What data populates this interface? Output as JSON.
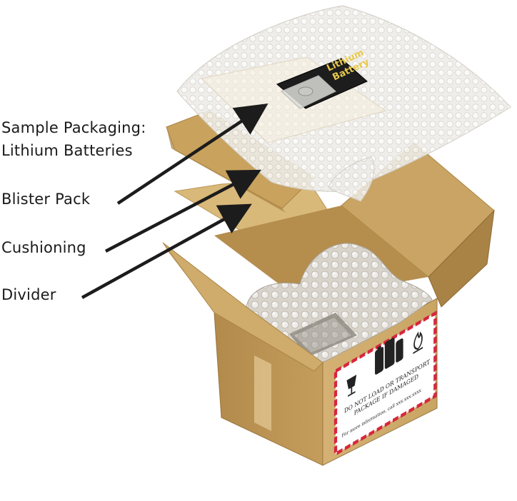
{
  "callouts": [
    {
      "id": "sample",
      "lines": [
        "Sample Packaging:",
        "Lithium Batteries"
      ]
    },
    {
      "id": "blister",
      "lines": [
        "Blister Pack"
      ]
    },
    {
      "id": "cushion",
      "lines": [
        "Cushioning"
      ]
    },
    {
      "id": "divider",
      "lines": [
        "Divider"
      ]
    }
  ],
  "battery_package": {
    "label_line1": "Lithium",
    "label_line2": "Battery"
  },
  "hazard_label": {
    "warning_line1": "DO NOT LOAD OR TRANSPORT",
    "warning_line2": "PACKAGE IF DAMAGED",
    "info_line": "For more information, call xxx.xxx.xxxx",
    "symbols": [
      "fragile-glass-icon",
      "battery-cells-icon",
      "flame-icon"
    ]
  },
  "colors": {
    "cardboard_light": "#d9b77a",
    "cardboard_mid": "#c59d5c",
    "cardboard_dark": "#a57c3f",
    "bubble_wrap": "#eceae6",
    "hazard_border": "#d7263d",
    "arrow": "#1c1c1c"
  }
}
